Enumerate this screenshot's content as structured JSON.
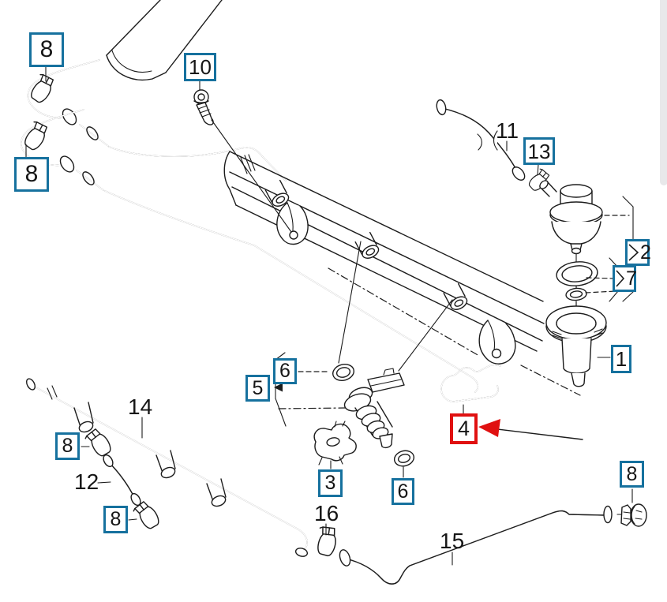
{
  "diagram": {
    "kind": "exploded parts diagram - fuel rail, injectors, hoses and clamps",
    "highlighted_callout": "4",
    "colors": {
      "callout_border_blue": "#16719E",
      "highlight_border_red": "#E01111",
      "arrow_red": "#E01111",
      "line_art": "#1C1C1C",
      "background": "#FFFFFF"
    }
  },
  "callouts": [
    {
      "id": "8-top-left-upper",
      "text": "8",
      "style": "box-blue"
    },
    {
      "id": "8-top-left-lower",
      "text": "8",
      "style": "box-blue"
    },
    {
      "id": "10",
      "text": "10",
      "style": "box-blue"
    },
    {
      "id": "11",
      "text": "11",
      "style": "plain"
    },
    {
      "id": "13",
      "text": "13",
      "style": "box-blue"
    },
    {
      "id": "2",
      "text": "2",
      "style": "box-blue-bracket"
    },
    {
      "id": "7",
      "text": "7",
      "style": "box-blue-bracket"
    },
    {
      "id": "1",
      "text": "1",
      "style": "box-blue"
    },
    {
      "id": "6-upper",
      "text": "6",
      "style": "box-blue"
    },
    {
      "id": "5",
      "text": "5",
      "style": "box-blue"
    },
    {
      "id": "3",
      "text": "3",
      "style": "box-blue"
    },
    {
      "id": "6-lower",
      "text": "6",
      "style": "box-blue"
    },
    {
      "id": "4",
      "text": "4",
      "style": "box-red-highlight"
    },
    {
      "id": "8-mid-left",
      "text": "8",
      "style": "box-blue"
    },
    {
      "id": "14",
      "text": "14",
      "style": "plain"
    },
    {
      "id": "12",
      "text": "12",
      "style": "plain"
    },
    {
      "id": "8-lower-left",
      "text": "8",
      "style": "box-blue"
    },
    {
      "id": "16",
      "text": "16",
      "style": "plain"
    },
    {
      "id": "15",
      "text": "15",
      "style": "plain"
    },
    {
      "id": "8-bottom-right",
      "text": "8",
      "style": "box-blue"
    }
  ],
  "annotation": {
    "type": "arrow",
    "color": "#E01111",
    "points_to_callout": "4"
  }
}
